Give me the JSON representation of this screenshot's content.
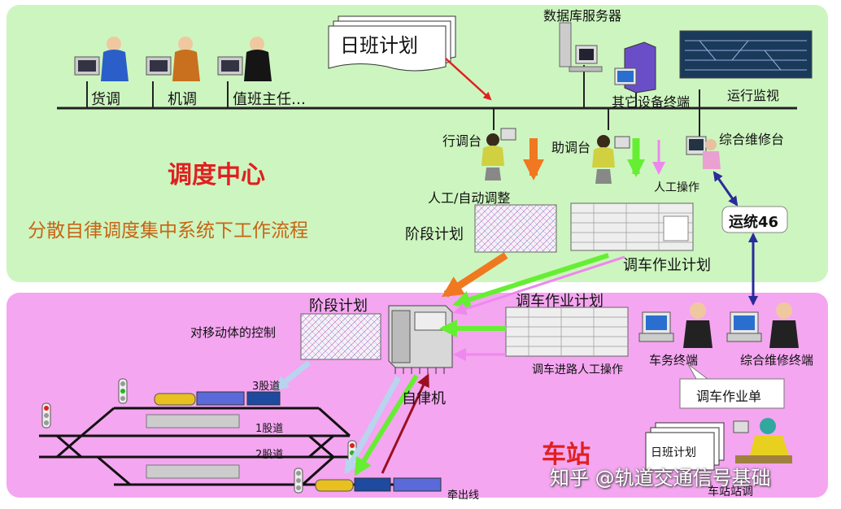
{
  "dispatch_center": {
    "title": "调度中心",
    "subtitle": "分散自律调度集中系统下工作流程",
    "bus_stations": [
      "货调",
      "机调",
      "值班主任…"
    ],
    "day_plan": "日班计划",
    "db_server": "数据库服务器",
    "other_terminal": "其它设备终端",
    "monitor": "运行监视",
    "train_dispatcher": "行调台",
    "assistant_dispatcher": "助调台",
    "maintenance_desk": "综合维修台",
    "manual_auto_adjust": "人工/自动调整",
    "manual_operation": "人工操作",
    "stage_plan": "阶段计划",
    "shunting_plan": "调车作业计划",
    "yuntong": "运统46"
  },
  "station": {
    "title": "车站",
    "stage_plan": "阶段计划",
    "moving_control": "对移动体的控制",
    "shunting_plan": "调车作业计划",
    "shunting_route_manual": "调车进路人工操作",
    "autonomous_machine": "自律机",
    "station_terminal": "车务终端",
    "maintenance_terminal": "综合维修终端",
    "shunting_sheet": "调车作业单",
    "day_plan": "日班计划",
    "station_dispatcher": "车站站调",
    "tracks": [
      "3股道",
      "1股道",
      "2股道",
      "牵出线"
    ]
  },
  "colors": {
    "upper_bg": "#cdf5c0",
    "lower_bg": "#f4a6f0",
    "title_red": "#e02020",
    "flow_orange": "#c86414",
    "arrow_orange": "#f07820",
    "arrow_green": "#66ee33",
    "arrow_pink": "#ee88ee",
    "arrow_blue": "#2a2a9a",
    "arrow_darkred": "#9a1020",
    "arrow_lightblue": "#b8d4ee"
  },
  "watermark": "知乎 @轨道交通信号基础"
}
